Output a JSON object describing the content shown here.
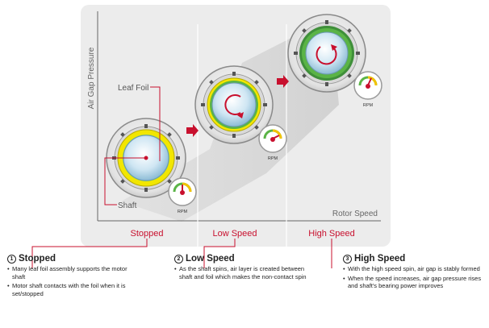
{
  "axes": {
    "y_label": "Air Gap Pressure",
    "x_label": "Rotor Speed"
  },
  "callouts": {
    "leaf_foil": "Leaf Foil",
    "shaft": "Shaft"
  },
  "gauge_label": "RPM",
  "stages": [
    {
      "label": "Stopped"
    },
    {
      "label": "Low Speed"
    },
    {
      "label": "High Speed"
    }
  ],
  "notes": [
    {
      "number": "1",
      "title": "Stopped",
      "bullets": [
        "Many leaf foil assembly supports the motor shaft",
        "Motor shaft contacts with the foil when it is set/stopped"
      ]
    },
    {
      "number": "2",
      "title": "Low Speed",
      "bullets": [
        "As the shaft spins, air layer is created between shaft and foil which makes the non-contact spin"
      ]
    },
    {
      "number": "3",
      "title": "High Speed",
      "bullets": [
        "With the high speed spin, air gap is stably formed",
        "When the speed increases, air gap pressure rises and shaft's bearing power improves"
      ]
    }
  ],
  "colors": {
    "accent": "#c8102e",
    "leaf_foil_yellow": "#f2e600",
    "air_green": "#5ab446",
    "panel": "#ececec"
  }
}
